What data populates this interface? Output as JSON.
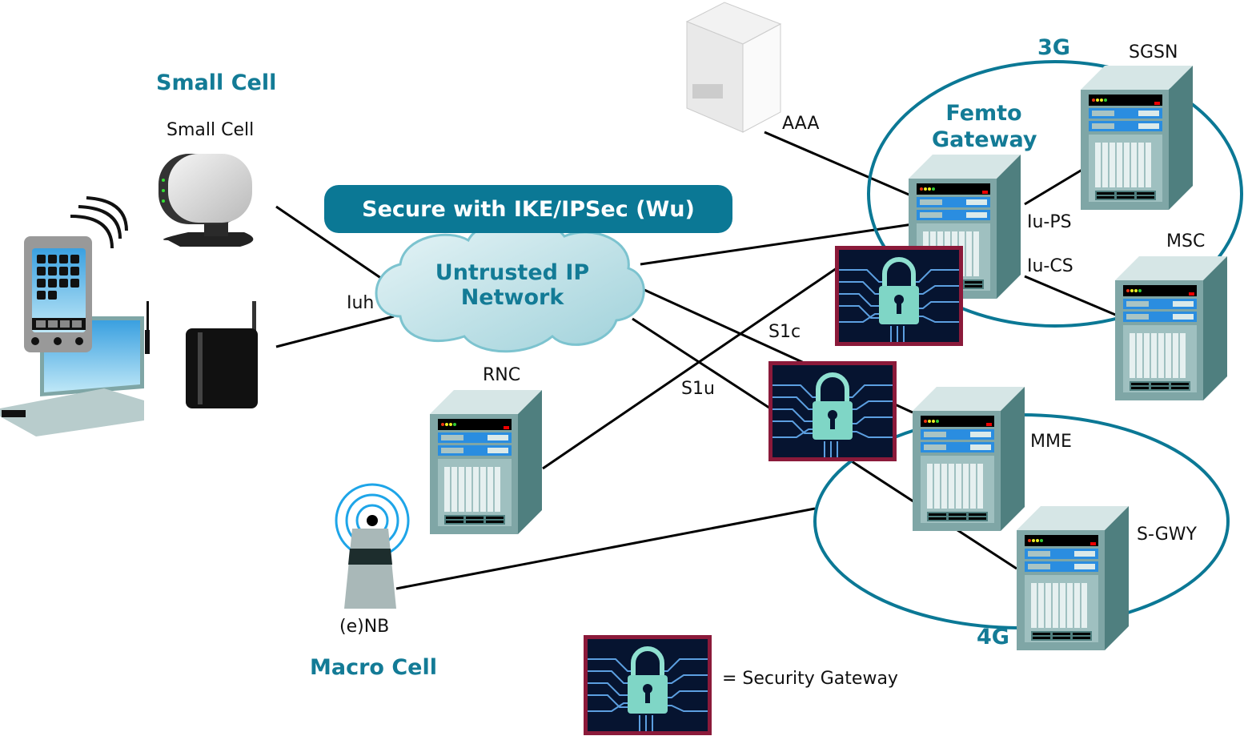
{
  "title": "Small Cell / Macro Cell security gateway architecture",
  "banner": {
    "text": "Secure with IKE/IPSec (Wu)"
  },
  "cloud": {
    "line1": "Untrusted IP",
    "line2": "Network"
  },
  "groups": {
    "small_cell": "Small Cell",
    "macro_cell": "Macro Cell",
    "g3": "3G",
    "g4": "4G",
    "femto_line1": "Femto",
    "femto_line2": "Gateway"
  },
  "nodes": {
    "small_cell_device": "Small Cell",
    "aaa": "AAA",
    "sgsn": "SGSN",
    "msc": "MSC",
    "rnc": "RNC",
    "mme": "MME",
    "sgwy": "S-GWY",
    "enb": "(e)NB"
  },
  "interfaces": {
    "iuh": "Iuh",
    "iu_ps": "Iu-PS",
    "iu_cs": "Iu-CS",
    "s1c": "S1c",
    "s1u": "S1u"
  },
  "legend": {
    "text": "= Security Gateway"
  },
  "colors": {
    "teal": "#0b7895",
    "teal_text": "#137b96",
    "gateway_border": "#8b1a3a",
    "cloud_fill": "#d8eef2",
    "server_body": "#7fa6a6"
  }
}
